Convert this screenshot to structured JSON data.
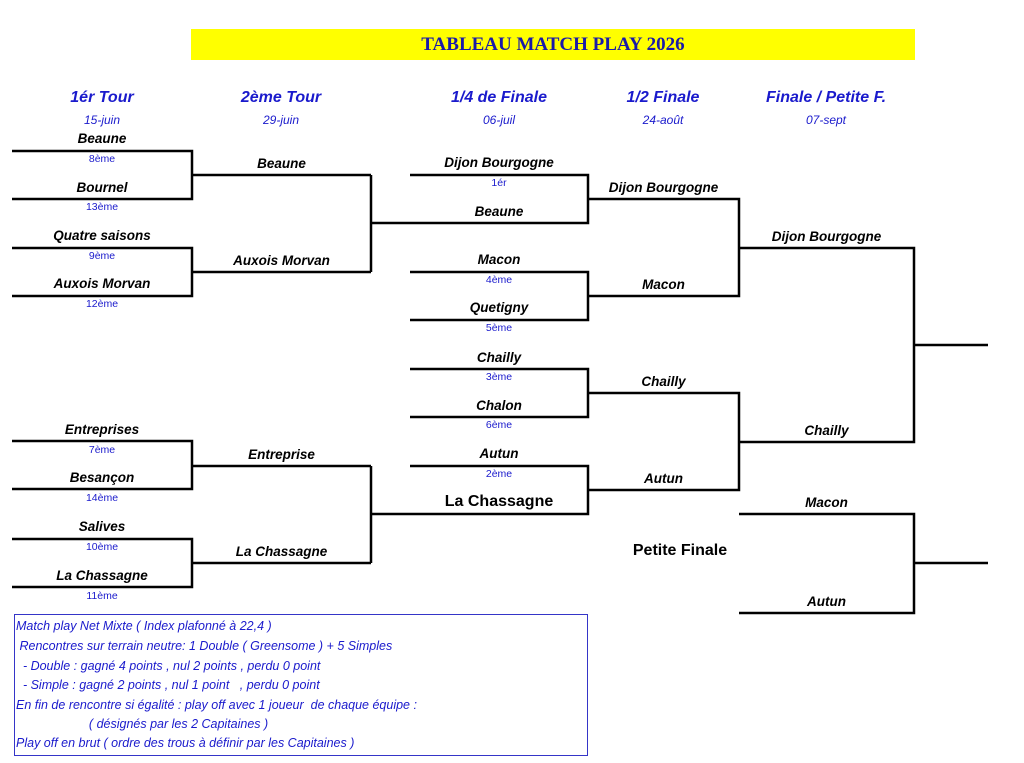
{
  "title": "TABLEAU  MATCH PLAY 2026",
  "columns": [
    {
      "label": "1ér Tour",
      "date": "15-juin"
    },
    {
      "label": "2ème Tour",
      "date": "29-juin"
    },
    {
      "label": "1/4 de Finale",
      "date": "06-juil"
    },
    {
      "label": "1/2 Finale",
      "date": "24-août"
    },
    {
      "label": "Finale / Petite  F.",
      "date": "07-sept"
    }
  ],
  "round1": [
    {
      "name": "Beaune",
      "rank": "8ème"
    },
    {
      "name": "Bournel",
      "rank": "13ème"
    },
    {
      "name": "Quatre saisons",
      "rank": "9ème"
    },
    {
      "name": "Auxois Morvan",
      "rank": "12ème"
    },
    {
      "name": "Entreprises",
      "rank": "7ème"
    },
    {
      "name": "Besançon",
      "rank": "14ème"
    },
    {
      "name": "Salives",
      "rank": "10ème"
    },
    {
      "name": "La Chassagne",
      "rank": "11ème"
    }
  ],
  "round2": [
    "Beaune",
    "Auxois Morvan",
    "Entreprise",
    "La Chassagne"
  ],
  "quarter": [
    {
      "name": "Dijon Bourgogne",
      "rank": "1ér"
    },
    {
      "name": "Beaune",
      "rank": ""
    },
    {
      "name": "Macon",
      "rank": "4ème"
    },
    {
      "name": "Quetigny",
      "rank": "5ème"
    },
    {
      "name": "Chailly",
      "rank": "3ème"
    },
    {
      "name": "Chalon",
      "rank": "6ème"
    },
    {
      "name": "Autun",
      "rank": "2ème"
    },
    {
      "name": "La Chassagne",
      "rank": ""
    }
  ],
  "semi": [
    "Dijon Bourgogne",
    "Macon",
    "Chailly",
    "Autun"
  ],
  "final": [
    "Dijon Bourgogne",
    "Chailly"
  ],
  "petite_finale": {
    "label": "Petite Finale",
    "teams": [
      "Macon",
      "Autun"
    ]
  },
  "rules": [
    "Match play Net Mixte ( Index plafonné à 22,4 )",
    " Rencontres sur terrain neutre: 1 Double ( Greensome ) + 5 Simples",
    "  - Double : gagné 4 points , nul 2 points , perdu 0 point",
    "  - Simple : gagné 2 points , nul 1 point   , perdu 0 point",
    "En fin de rencontre si égalité : play off avec 1 joueur  de chaque équipe :",
    "                     ( désignés par les 2 Capitaines )",
    "Play off en brut ( ordre des trous à définir par les Capitaines )"
  ]
}
